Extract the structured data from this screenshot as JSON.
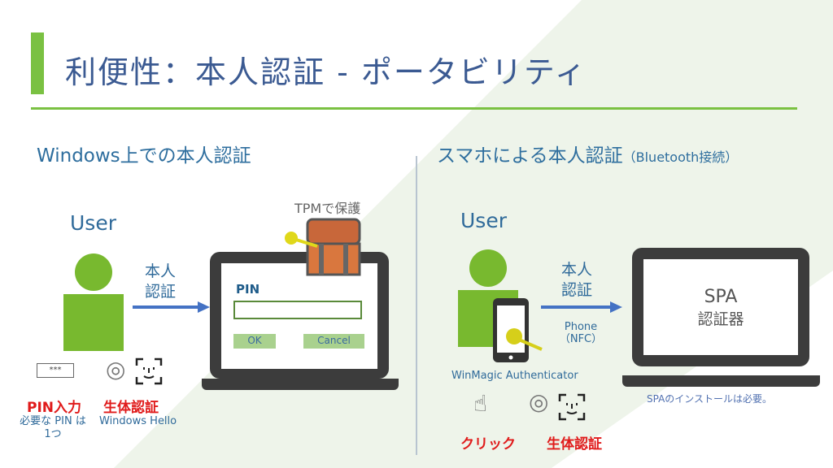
{
  "title": "利便性：本人認証 -  ポータビリティ",
  "colors": {
    "accent_green": "#7ac142",
    "title_blue": "#3b5a92",
    "red": "#e01b1b",
    "band": "#eef4ea"
  },
  "left": {
    "heading": "Windows上での本人認証",
    "user_label": "User",
    "arrow_label_1": "本人",
    "arrow_label_2": "認証",
    "tpm_label": "TPMで保護",
    "pin_label": "PIN",
    "pin_value": "",
    "ok_label": "OK",
    "cancel_label": "Cancel",
    "pin_masked": "***",
    "pin_input_title": "PIN入力",
    "pin_note_1": "必要な PIN は",
    "pin_note_2": "1つ",
    "bio_title": "生体認証",
    "bio_note": "Windows Hello"
  },
  "right": {
    "heading": "スマホによる本人認証",
    "heading_suffix": "（Bluetooth接続）",
    "user_label": "User",
    "arrow_label_1": "本人",
    "arrow_label_2": "認証",
    "phone_label_1": "Phone",
    "phone_label_2": "（NFC）",
    "app_label": "WinMagic Authenticator",
    "spa_title": "SPA",
    "spa_subtitle": "認証器",
    "spa_note": "SPAのインストールは必要。",
    "click_title": "クリック",
    "bio_title": "生体認証"
  }
}
